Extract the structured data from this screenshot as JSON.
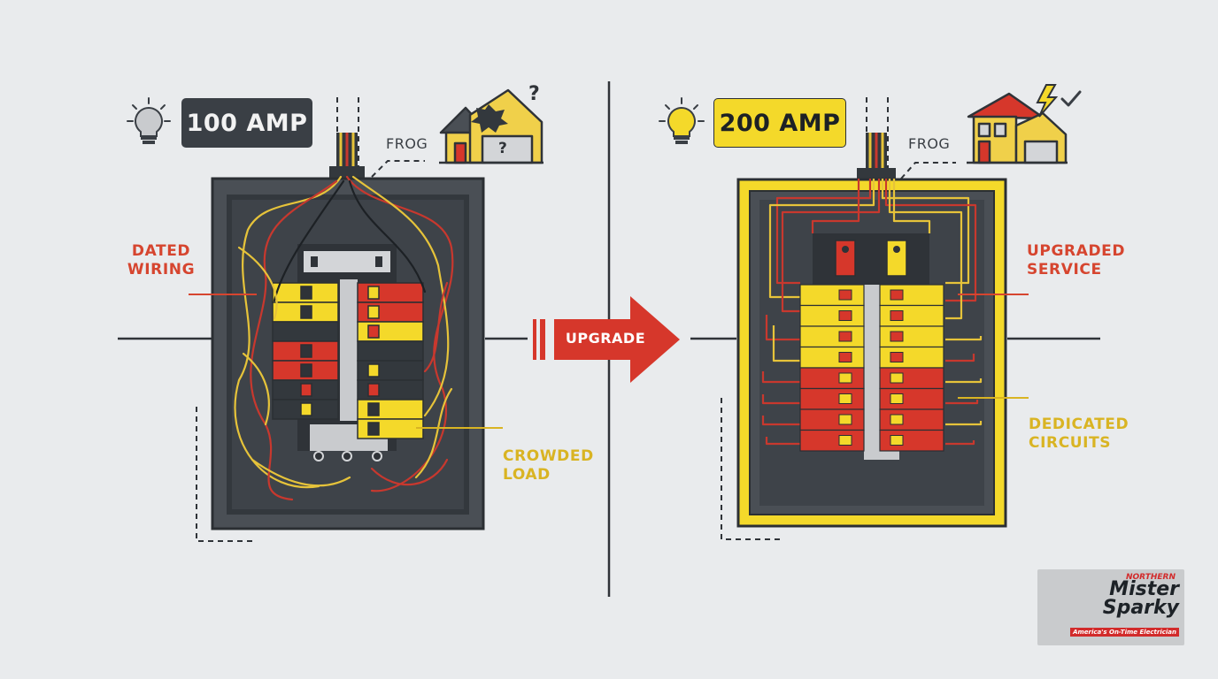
{
  "before": {
    "amp_label": "100 AMP",
    "frog_label": "FROG",
    "house_mark": "?",
    "header_mark": "?",
    "callouts": {
      "dated_wiring": [
        "DATED",
        "WIRING"
      ],
      "crowded_load": [
        "CROWDED",
        "LOAD"
      ]
    }
  },
  "after": {
    "amp_label": "200 AMP",
    "frog_label": "FROG",
    "callouts": {
      "upgraded_service": [
        "UPGRADED",
        "SERVICE"
      ],
      "dedicated_circuits": [
        "DEDICATED",
        "CIRCUITS"
      ]
    }
  },
  "arrow_label": "UPGRADE",
  "logo": {
    "region": "NORTHERN",
    "brand_line1": "Mister",
    "brand_line2": "Sparky",
    "tagline": "America's On-Time Electrician"
  },
  "colors": {
    "background": "#e9ebed",
    "dark_gray": "#33383d",
    "panel_gray": "#4a4f55",
    "accent_red": "#d6372b",
    "accent_yellow": "#f4d92a",
    "wire_yellow": "#e6c33a",
    "wire_red": "#c8382e",
    "callout_red": "#d6452f",
    "callout_yellow": "#d9b423"
  }
}
